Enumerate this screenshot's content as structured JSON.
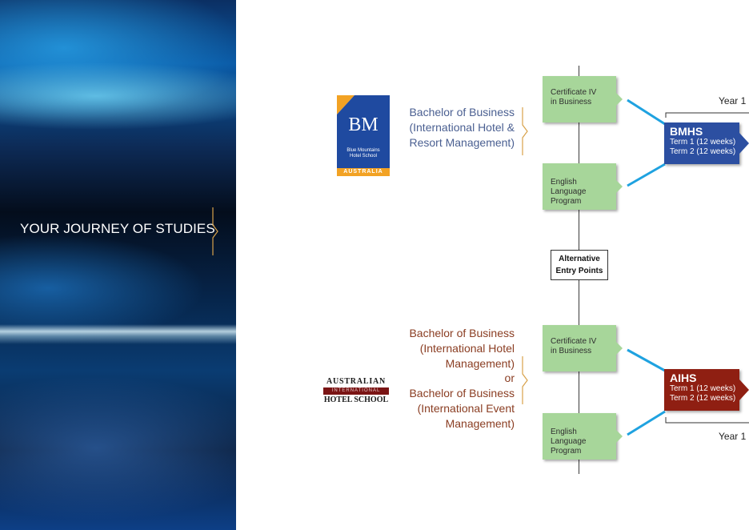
{
  "sidebar": {
    "title": "YOUR JOURNEY OF STUDIES"
  },
  "logos": {
    "bm": {
      "letters": "BM",
      "name_line1": "Blue Mountains",
      "name_line2": "Hotel School",
      "country": "AUSTRALIA"
    },
    "aihs": {
      "line1": "AUSTRALIAN",
      "line2": "INTERNATIONAL",
      "line3": "HOTEL SCHOOL"
    }
  },
  "programs": {
    "bm": {
      "line1": "Bachelor of Business",
      "line2": "(International Hotel &",
      "line3": "Resort Management)"
    },
    "aihs": {
      "line1": "Bachelor of Business",
      "line2": "(International Hotel",
      "line3": "Management)",
      "line4": "or",
      "line5": "Bachelor of Business",
      "line6": "(International Event",
      "line7": "Management)"
    }
  },
  "entry_points": {
    "label_line1": "Alternative",
    "label_line2": "Entry Points",
    "top": {
      "certificate_line1": "Certificate IV",
      "certificate_line2": "in Business",
      "english_line1": "English",
      "english_line2": "Language",
      "english_line3": "Program"
    },
    "bottom": {
      "certificate_line1": "Certificate IV",
      "certificate_line2": "in Business",
      "english_line1": "English",
      "english_line2": "Language",
      "english_line3": "Program"
    }
  },
  "schools": {
    "bmhs": {
      "name": "BMHS",
      "term1": "Term 1 (12 weeks)",
      "term2": "Term 2 (12 weeks)",
      "year_label": "Year 1"
    },
    "aihs": {
      "name": "AIHS",
      "term1": "Term 1 (12 weeks)",
      "term2": "Term 2 (12 weeks)",
      "year_label": "Year 1"
    }
  },
  "colors": {
    "bmhs_blue": "#2c4fa1",
    "aihs_red": "#8f1f12",
    "entry_green": "#a7d69a",
    "connector_blue": "#1fa2e0",
    "accent_orange": "#f2a224"
  }
}
